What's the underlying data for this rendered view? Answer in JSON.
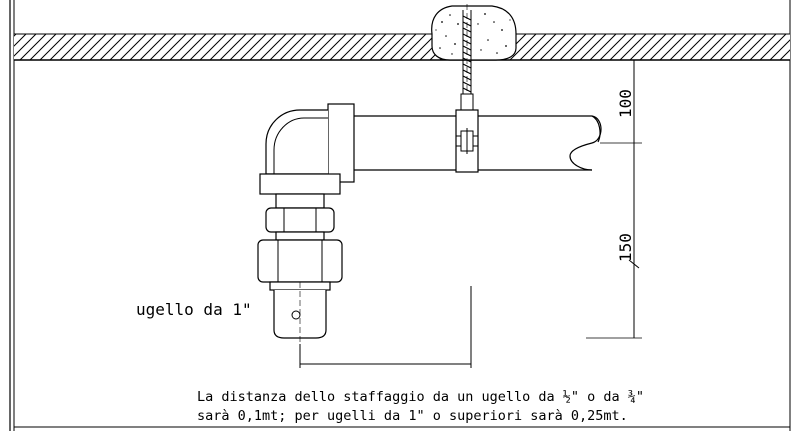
{
  "drawing": {
    "nozzle_label": "ugello da 1\"",
    "dimension_upper": "100",
    "dimension_lower": "150",
    "note_line_1": "La distanza dello staffaggio da un ugello da ½\" o da ¾\"",
    "note_line_2": "sarà 0,1mt; per ugelli da 1\" o superiori sarà 0,25mt."
  },
  "colors": {
    "line": "#000000",
    "background": "#ffffff"
  }
}
